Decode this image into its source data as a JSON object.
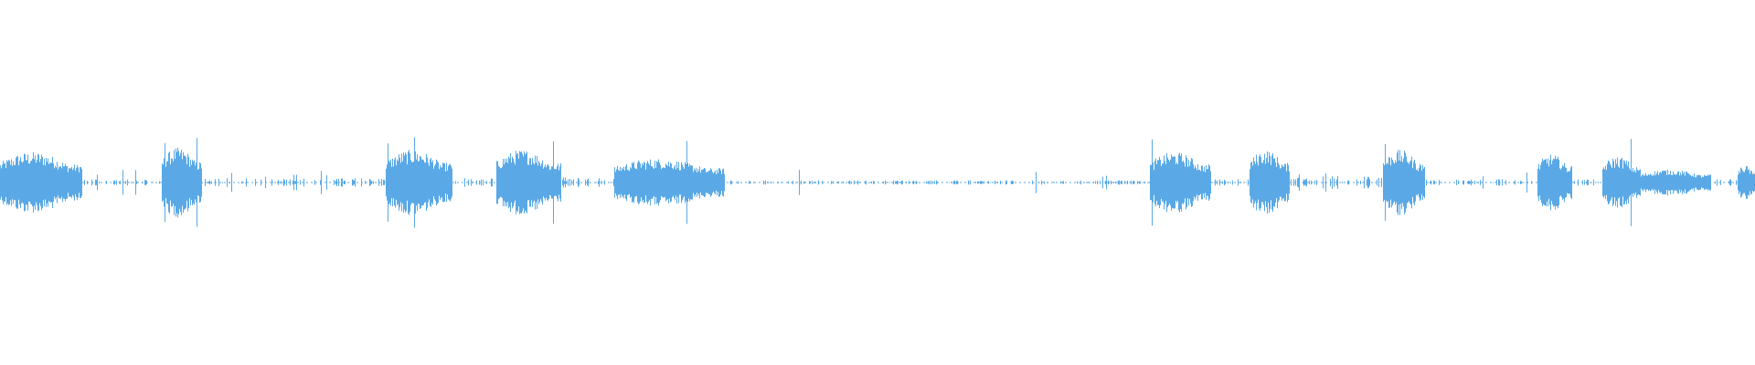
{
  "waveform": {
    "color": "#5aa9e6",
    "background": "#ffffff",
    "max_amplitude": 1.0,
    "segments": [
      {
        "start": 0.0,
        "end": 0.047,
        "amp": 0.28,
        "kind": "burst"
      },
      {
        "start": 0.047,
        "end": 0.092,
        "amp": 0.03,
        "kind": "quiet",
        "ticks": [
          0.055,
          0.07,
          0.077
        ]
      },
      {
        "start": 0.092,
        "end": 0.115,
        "amp": 0.32,
        "kind": "burst",
        "spikes": [
          0.094,
          0.112
        ]
      },
      {
        "start": 0.115,
        "end": 0.22,
        "amp": 0.04,
        "kind": "quiet",
        "ticks": [
          0.132,
          0.151,
          0.167,
          0.169,
          0.183,
          0.186
        ]
      },
      {
        "start": 0.22,
        "end": 0.258,
        "amp": 0.3,
        "kind": "burst",
        "spikes": [
          0.221,
          0.236
        ]
      },
      {
        "start": 0.258,
        "end": 0.283,
        "amp": 0.04,
        "kind": "quiet"
      },
      {
        "start": 0.283,
        "end": 0.32,
        "amp": 0.3,
        "kind": "burst",
        "spikes": [
          0.315
        ]
      },
      {
        "start": 0.32,
        "end": 0.35,
        "amp": 0.05,
        "kind": "quiet"
      },
      {
        "start": 0.35,
        "end": 0.413,
        "amp": 0.22,
        "kind": "burst",
        "spikes": [
          0.391
        ]
      },
      {
        "start": 0.413,
        "end": 0.655,
        "amp": 0.02,
        "kind": "quiet",
        "ticks": [
          0.455,
          0.59,
          0.628,
          0.63
        ]
      },
      {
        "start": 0.655,
        "end": 0.69,
        "amp": 0.28,
        "kind": "burst",
        "spikes": [
          0.656
        ]
      },
      {
        "start": 0.69,
        "end": 0.712,
        "amp": 0.03,
        "kind": "quiet"
      },
      {
        "start": 0.712,
        "end": 0.735,
        "amp": 0.3,
        "kind": "burst"
      },
      {
        "start": 0.735,
        "end": 0.788,
        "amp": 0.06,
        "kind": "quiet",
        "ticks": [
          0.74,
          0.755,
          0.759,
          0.762
        ]
      },
      {
        "start": 0.788,
        "end": 0.812,
        "amp": 0.3,
        "kind": "burst",
        "spikes": [
          0.789
        ]
      },
      {
        "start": 0.812,
        "end": 0.876,
        "amp": 0.03,
        "kind": "quiet",
        "ticks": [
          0.845,
          0.87
        ]
      },
      {
        "start": 0.876,
        "end": 0.896,
        "amp": 0.26,
        "kind": "burst"
      },
      {
        "start": 0.896,
        "end": 0.913,
        "amp": 0.03,
        "kind": "quiet"
      },
      {
        "start": 0.913,
        "end": 0.935,
        "amp": 0.24,
        "kind": "burst",
        "spikes": [
          0.929
        ]
      },
      {
        "start": 0.935,
        "end": 0.975,
        "amp": 0.12,
        "kind": "burst"
      },
      {
        "start": 0.975,
        "end": 0.99,
        "amp": 0.03,
        "kind": "quiet",
        "ticks": [
          0.974
        ]
      },
      {
        "start": 0.99,
        "end": 1.0,
        "amp": 0.16,
        "kind": "burst"
      }
    ]
  }
}
